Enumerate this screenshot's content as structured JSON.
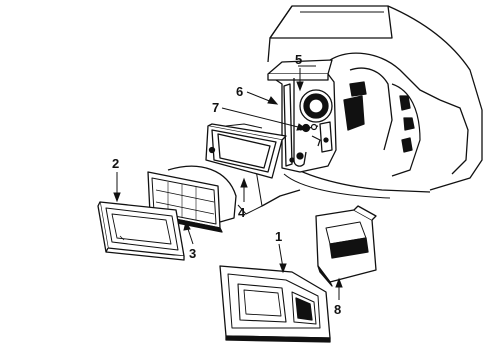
{
  "diagram": {
    "callouts": [
      {
        "id": "1",
        "text": "1"
      },
      {
        "id": "2",
        "text": "2"
      },
      {
        "id": "3",
        "text": "3"
      },
      {
        "id": "4",
        "text": "4"
      },
      {
        "id": "5",
        "text": "5"
      },
      {
        "id": "6",
        "text": "6"
      },
      {
        "id": "7",
        "text": "7"
      },
      {
        "id": "8",
        "text": "8"
      }
    ],
    "parts": [
      {
        "id": "1",
        "part": "parking-lamp-bezel"
      },
      {
        "id": "2",
        "part": "headlamp-bezel"
      },
      {
        "id": "3",
        "part": "headlamp-assembly"
      },
      {
        "id": "4",
        "part": "headlamp-mounting-bracket"
      },
      {
        "id": "5",
        "part": "support-bracket"
      },
      {
        "id": "6",
        "part": "radiator-support-panel"
      },
      {
        "id": "7",
        "part": "adjusting-screw"
      },
      {
        "id": "8",
        "part": "side-marker-lamp"
      }
    ],
    "colors": {
      "line": "#111111",
      "background": "#ffffff"
    }
  }
}
